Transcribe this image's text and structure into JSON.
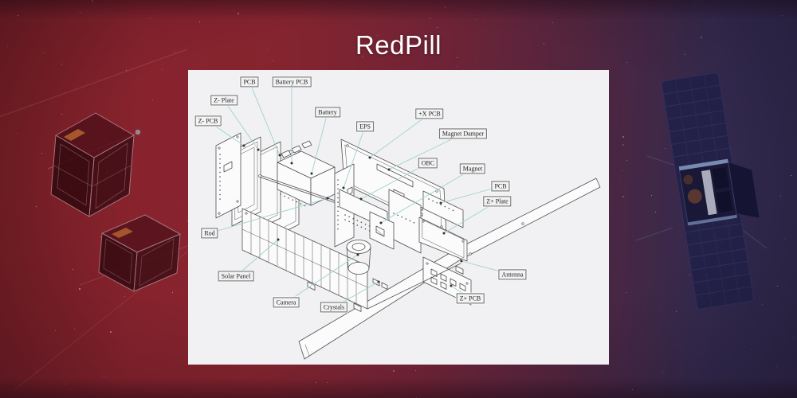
{
  "page": {
    "title": "RedPill"
  },
  "colors": {
    "background_left": "#88232d",
    "background_right": "#2c2547",
    "panel_background": "#f1f1f3",
    "leader_line": "#9ed2cb",
    "line_art": "#4f4f4f",
    "title_text": "#ffffff"
  },
  "diagram": {
    "labels": [
      "PCB",
      "Battery PCB",
      "Z- Plate",
      "Z- PCB",
      "Battery",
      "EPS",
      "+X PCB",
      "Magnet Damper",
      "OBC",
      "Magnet",
      "PCB",
      "Z+ Plate",
      "Rod",
      "Solar Panel",
      "Camera",
      "Crystals",
      "Antenna",
      "Z+ PCB"
    ]
  },
  "scene": {
    "left_illustrations": [
      "cubesat",
      "cubesat"
    ],
    "right_illustration": "satellite-with-solar-array"
  }
}
